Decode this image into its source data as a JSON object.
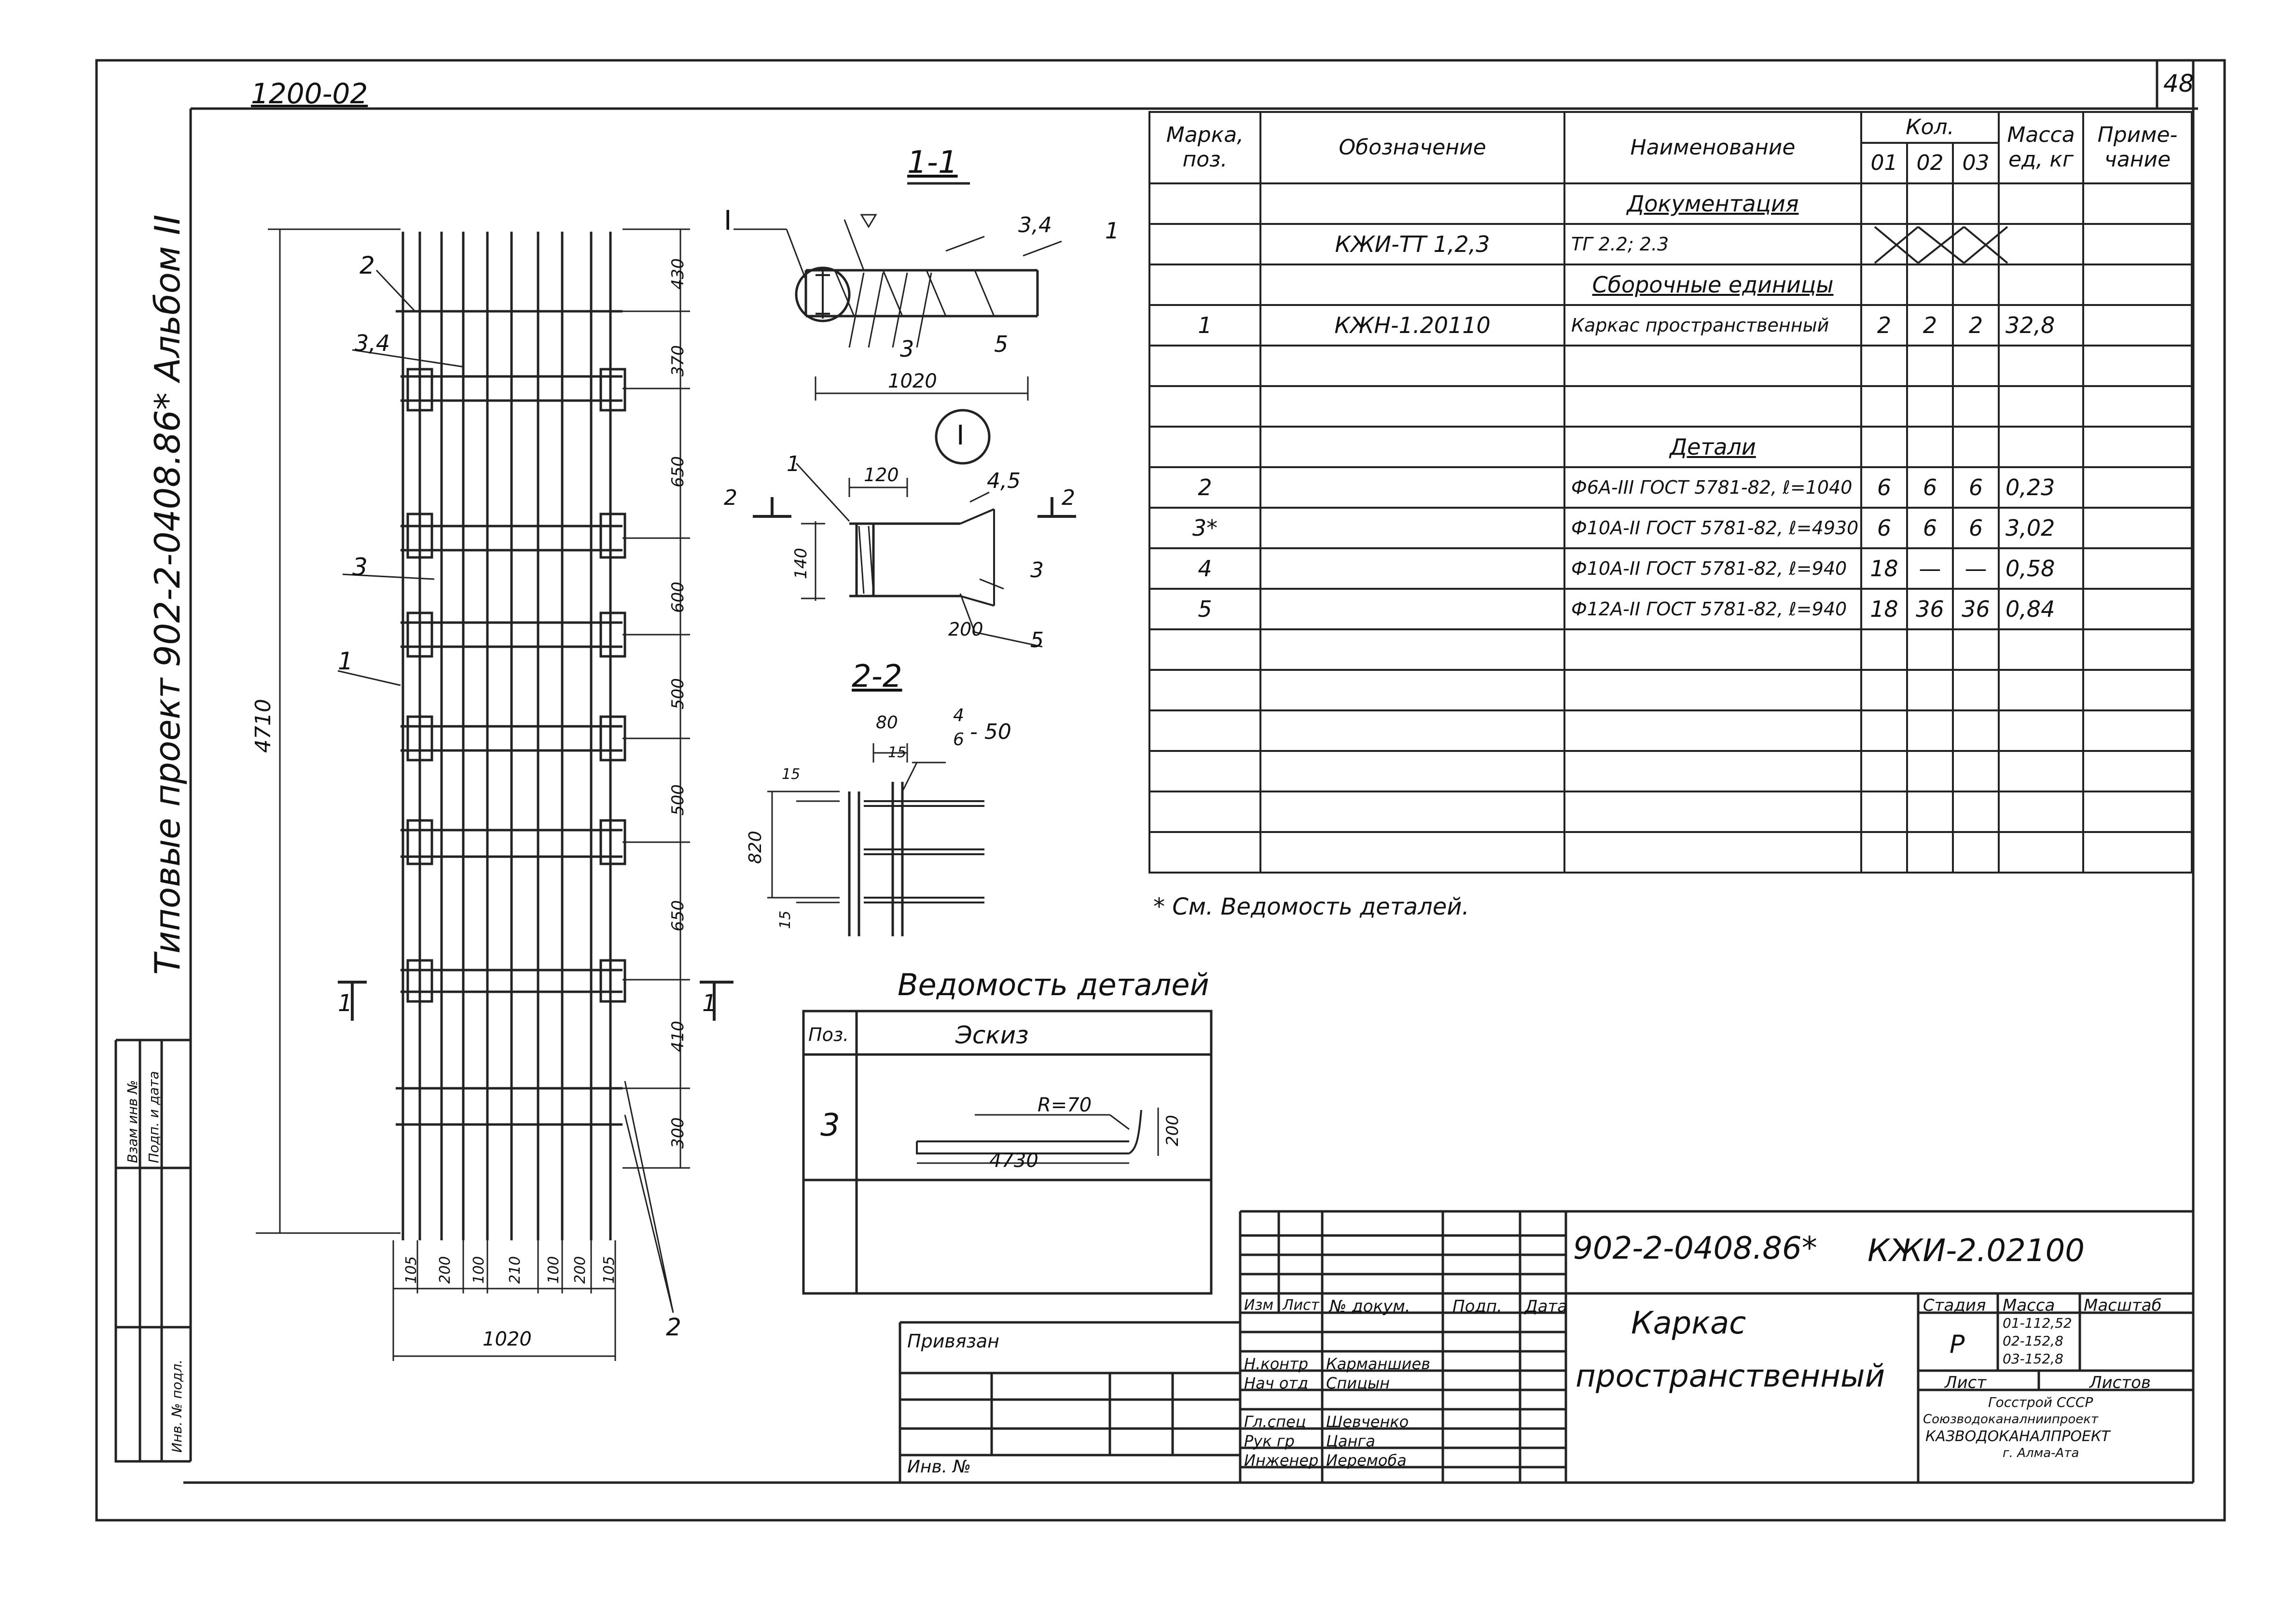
{
  "sheet": {
    "doc_code_top": "1200-02",
    "sheet_number": "48",
    "project_vertical": "Типовые проект 902-2-0408.86* Альбом II",
    "left_strip": [
      "Взам инв №",
      "Подп. и дата",
      "Инв. № подл."
    ],
    "footnote": "* См. Ведомость деталей."
  },
  "drawing": {
    "section_1_1": "1-1",
    "section_2_2": "2-2",
    "callout_roman": "I",
    "total_height": "4710",
    "vertical_dims": [
      "430",
      "370",
      "650",
      "600",
      "500",
      "500",
      "650",
      "410",
      "300"
    ],
    "bottom_dims": [
      "105",
      "200",
      "100",
      "210",
      "100",
      "200",
      "105"
    ],
    "overall_width": "1020",
    "left_marks": [
      "2",
      "3,4",
      "3",
      "1"
    ],
    "right_mark_bottom": "2",
    "cut_mark": "1",
    "s11_labels": {
      "top_mark": "I",
      "mark_34": "3,4",
      "mark_1": "1",
      "mark_3": "3",
      "mark_5": "5",
      "width": "1020"
    },
    "detI_labels": {
      "mark_1": "1",
      "dim_120": "120",
      "mark_45": "4,5",
      "cut_2": "2",
      "dim_140": "140",
      "mark_3": "3",
      "dim_200": "200",
      "mark_5": "5"
    },
    "s22_labels": {
      "dim_80": "80",
      "dim_15a": "15",
      "weld": "4/6 - 50",
      "weld_top": "4",
      "weld_bot": "6",
      "weld_len": "- 50",
      "dim_15b": "15",
      "dim_820": "820",
      "dim_15c": "15"
    }
  },
  "spec_table": {
    "headers": {
      "mark": "Марка, поз.",
      "designation": "Обозначение",
      "name": "Наименование",
      "qty": "Кол.",
      "qty_cols": [
        "01",
        "02",
        "03"
      ],
      "mass": "Масса ед, кг",
      "note": "Приме- чание"
    },
    "rows": [
      {
        "type": "section",
        "name": "Документация"
      },
      {
        "mark": "",
        "designation": "КЖИ-ТТ 1,2,3",
        "name": "ТГ 2.2; 2.3",
        "q1": "",
        "q2": "",
        "q3": "",
        "mass": "",
        "note": "",
        "crossed": true
      },
      {
        "type": "section",
        "name": "Сборочные единицы"
      },
      {
        "mark": "1",
        "designation": "КЖН-1.20110",
        "name": "Каркас пространственный",
        "q1": "2",
        "q2": "2",
        "q3": "2",
        "mass": "32,8",
        "note": ""
      },
      {
        "mark": "",
        "designation": "",
        "name": "",
        "q1": "",
        "q2": "",
        "q3": "",
        "mass": "",
        "note": ""
      },
      {
        "mark": "",
        "designation": "",
        "name": "",
        "q1": "",
        "q2": "",
        "q3": "",
        "mass": "",
        "note": ""
      },
      {
        "type": "section",
        "name": "Детали"
      },
      {
        "mark": "2",
        "designation": "",
        "name": "Ф6А-III ГОСТ 5781-82, ℓ=1040",
        "q1": "6",
        "q2": "6",
        "q3": "6",
        "mass": "0,23",
        "note": ""
      },
      {
        "mark": "3*",
        "designation": "",
        "name": "Ф10А-II ГОСТ 5781-82, ℓ=4930",
        "q1": "6",
        "q2": "6",
        "q3": "6",
        "mass": "3,02",
        "note": ""
      },
      {
        "mark": "4",
        "designation": "",
        "name": "Ф10А-II ГОСТ 5781-82, ℓ=940",
        "q1": "18",
        "q2": "—",
        "q3": "—",
        "mass": "0,58",
        "note": ""
      },
      {
        "mark": "5",
        "designation": "",
        "name": "Ф12А-II ГОСТ 5781-82, ℓ=940",
        "q1": "18",
        "q2": "36",
        "q3": "36",
        "mass": "0,84",
        "note": ""
      },
      {
        "mark": "",
        "designation": "",
        "name": "",
        "q1": "",
        "q2": "",
        "q3": "",
        "mass": "",
        "note": ""
      },
      {
        "mark": "",
        "designation": "",
        "name": "",
        "q1": "",
        "q2": "",
        "q3": "",
        "mass": "",
        "note": ""
      },
      {
        "mark": "",
        "designation": "",
        "name": "",
        "q1": "",
        "q2": "",
        "q3": "",
        "mass": "",
        "note": ""
      },
      {
        "mark": "",
        "designation": "",
        "name": "",
        "q1": "",
        "q2": "",
        "q3": "",
        "mass": "",
        "note": ""
      },
      {
        "mark": "",
        "designation": "",
        "name": "",
        "q1": "",
        "q2": "",
        "q3": "",
        "mass": "",
        "note": ""
      },
      {
        "mark": "",
        "designation": "",
        "name": "",
        "q1": "",
        "q2": "",
        "q3": "",
        "mass": "",
        "note": ""
      }
    ]
  },
  "details_sheet": {
    "title": "Ведомость деталей",
    "col_pos": "Поз.",
    "col_sketch": "Эскиз",
    "pos": "3",
    "r_label": "R=70",
    "length": "4730",
    "height": "200"
  },
  "title_block": {
    "doc_number": "902-2-0408.86*",
    "sheet_code": "КЖИ-2.02100",
    "object_name_1": "Каркас",
    "object_name_2": "пространственный",
    "rev_headers": [
      "Изм",
      "Лист",
      "№ докум.",
      "Подп.",
      "Дата"
    ],
    "roles": [
      "Н.контр",
      "Нач отд",
      "Гл.спец",
      "Рук гр",
      "Инженер"
    ],
    "names": [
      "Карманшиев",
      "Спицын",
      "Шевченко",
      "Цанга",
      "Иеремоба"
    ],
    "stage_label": "Стадия",
    "mass_label": "Масса",
    "scale_label": "Масштаб",
    "stage": "Р",
    "masses": [
      "01-112,52",
      "02-152,8",
      "03-152,8"
    ],
    "sheet_label": "Лист",
    "sheets_label": "Листов",
    "org_lines": [
      "Госстрой СССР",
      "Союзводоканалниипроект",
      "КАЗВОДОКАНАЛПРОЕКТ",
      "г. Алма-Ата"
    ],
    "bound_label": "Привязан",
    "inv_label": "Инв. №"
  }
}
